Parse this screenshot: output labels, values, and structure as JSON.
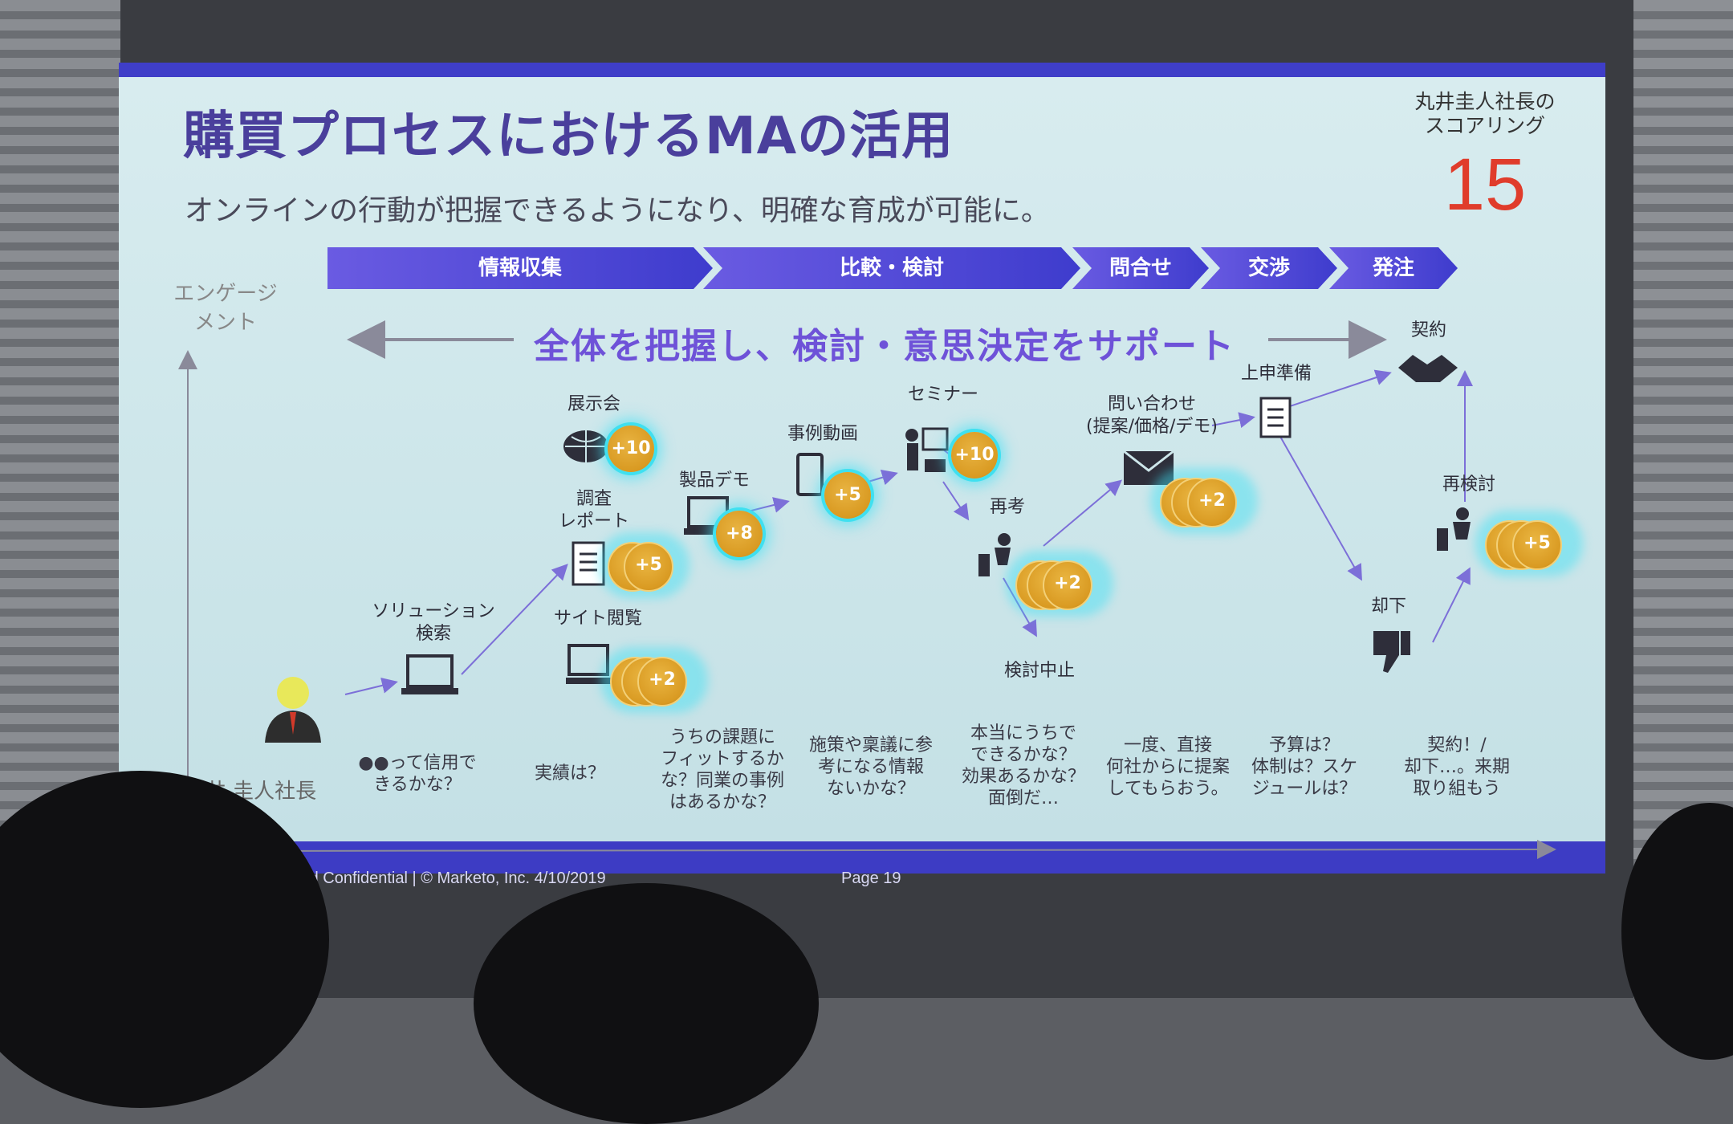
{
  "slide": {
    "title": "購買プロセスにおけるMAの活用",
    "subtitle": "オンラインの行動が把握できるようになり、明確な育成が可能に。",
    "score": {
      "label": "丸井圭人社長の\nスコアリング",
      "value": "15"
    },
    "stages": [
      "情報収集",
      "比較・検討",
      "問合せ",
      "交渉",
      "発注"
    ],
    "y_axis_label": "エンゲージ\nメント",
    "x_axis_label": "丸井 圭人社長",
    "support_banner": "全体を把握し、検討・意思決定をサポート",
    "nodes": {
      "solution_search": "ソリューション\n検索",
      "exhibition": "展示会",
      "research_report": "調査\nレポート",
      "site_browse": "サイト閲覧",
      "product_demo": "製品デモ",
      "case_video": "事例動画",
      "seminar": "セミナー",
      "reconsider": "再考",
      "inquiry": "問い合わせ\n(提案/価格/デモ)",
      "approval_prep": "上申準備",
      "contract": "契約",
      "rejected": "却下",
      "re_evaluate": "再検討",
      "stop_evaluating": "検討中止"
    },
    "scores": {
      "exhibition": "+10",
      "research_report": "+5",
      "site_browse": "+2",
      "product_demo": "+8",
      "case_video": "+5",
      "seminar": "+10",
      "reconsider": "+2",
      "inquiry": "+2",
      "re_evaluate": "+5"
    },
    "questions": [
      "●●って信用で\nきるかな？",
      "実績は？",
      "うちの課題に\nフィットするか\nな？同業の事例\nはあるかな？",
      "施策や稟議に参\n考になる情報\nないかな？",
      "本当にうちで\nできるかな？\n効果あるかな？\n面倒だ…",
      "一度、直接\n何社からに提案\nしてもらおう。",
      "予算は？\n体制は？スケ\nジュールは？",
      "契約！/\n却下…。来期\n取り組もう"
    ],
    "footer": {
      "left": "ary and Confidential  |  © Marketo, Inc. 4/10/2019",
      "page": "Page 19"
    }
  },
  "colors": {
    "accent": "#3f3ec8",
    "title": "#4a3f9c",
    "score": "#e03c2b",
    "coin": "#d99a22",
    "glow": "#3fe0f0"
  }
}
